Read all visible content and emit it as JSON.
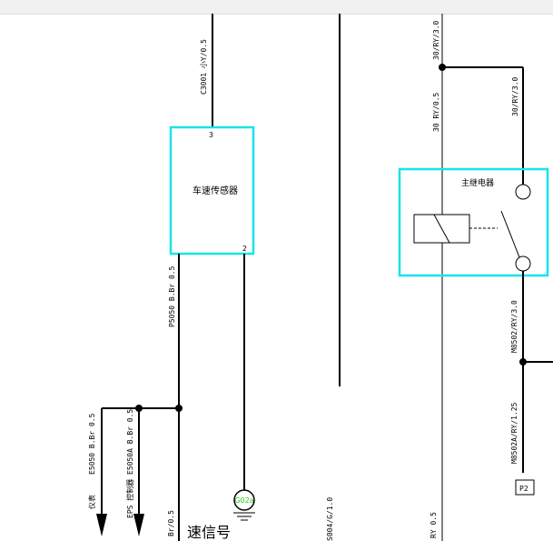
{
  "components": {
    "speed_sensor": {
      "label": "车速传感器",
      "pin_top": "3",
      "pin_bottom": "2"
    },
    "relay": {
      "label": "主继电器"
    },
    "ground": {
      "label": "G02a"
    },
    "connector": {
      "label": "P2"
    }
  },
  "wires": {
    "top_sensor": "C3001 小Y/0.5",
    "sensor_lower": "P5050 B.Br 0.5",
    "left_branch_a": "E5050 B.Br 0.5",
    "left_branch_b": "E5050A B.Br 0.5",
    "bottom_left_a": "Br/0.5",
    "relay_top_a": "30/RY/3.0",
    "relay_top_b": "30 RY/0.5",
    "relay_top_right": "30/RY/3.0",
    "relay_bottom": "M8502/RY/3.0",
    "relay_bottom_b": "M8502A/RY/1.25",
    "middle_bottom": "S004/G/1.0",
    "bottom_right": "RY 0.5"
  },
  "labels": {
    "meter": "仪表",
    "eps": "EPS 控制器",
    "signal": "速信号"
  },
  "colors": {
    "frame": "#19e3e8",
    "ground_text": "#22cc22"
  }
}
